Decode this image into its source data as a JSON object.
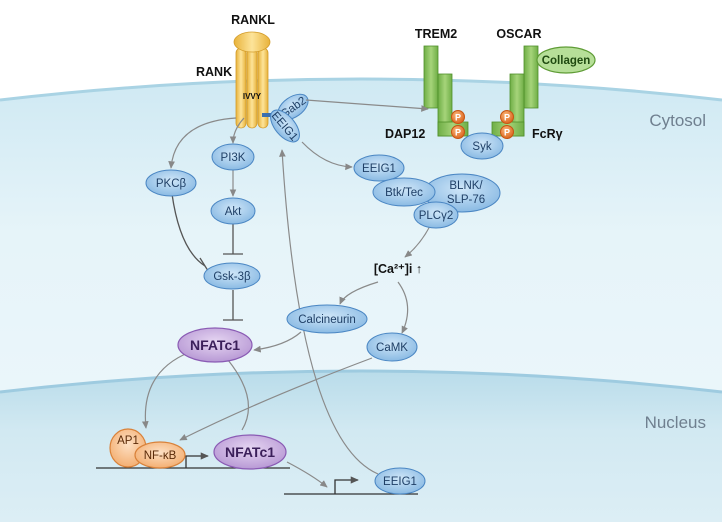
{
  "regions": {
    "cytosol": "Cytosol",
    "nucleus": "Nucleus"
  },
  "receptors": {
    "rankl": "RANKL",
    "rank": "RANK",
    "ivvy": "IVVY",
    "trem2": "TREM2",
    "oscar": "OSCAR",
    "collagen": "Collagen",
    "dap12": "DAP12",
    "fcrg": "FcRγ",
    "phospho": "P"
  },
  "molecules": {
    "gab2": "Gab2",
    "eeig1_receptor": "EEIG1",
    "pi3k": "PI3K",
    "pkcb": "PKCβ",
    "akt": "Akt",
    "gsk3b": "Gsk-3β",
    "syk": "Syk",
    "eeig1_complex": "EEIG1",
    "btktec": "Btk/Tec",
    "blnk_line1": "BLNK/",
    "blnk_line2": "SLP-76",
    "plcg2": "PLCγ2",
    "calcium": "[Ca²⁺]i ↑",
    "calcineurin": "Calcineurin",
    "camk": "CaMK",
    "nfatc1_cyto": "NFATc1",
    "ap1": "AP1",
    "nfkb": "NF-κB",
    "nfatc1_nuc": "NFATc1",
    "eeig1_gene": "EEIG1"
  }
}
